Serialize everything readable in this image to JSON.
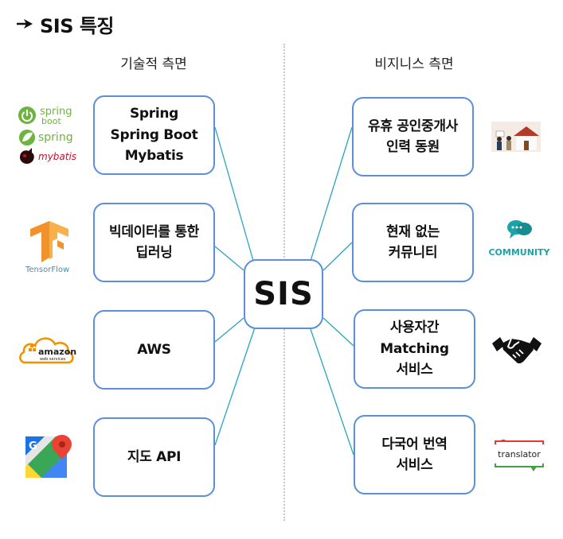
{
  "title": "SIS 특징",
  "columns": {
    "left": "기술적 측면",
    "right": "비지니스 측면"
  },
  "center": "SIS",
  "left_boxes": [
    {
      "label": "Spring\nSpring Boot\nMybatis"
    },
    {
      "label": "빅데이터를 통한\n딥러닝"
    },
    {
      "label": "AWS"
    },
    {
      "label": "지도 API"
    }
  ],
  "right_boxes": [
    {
      "label": "유휴 공인중개사\n인력 동원"
    },
    {
      "label": "현재 없는\n커뮤니티"
    },
    {
      "label": "사용자간\nMatching\n서비스"
    },
    {
      "label": "다국어 번역\n서비스"
    }
  ],
  "logos": {
    "spring_boot_line1": "spring",
    "spring_boot_line2": "boot",
    "spring": "spring",
    "mybatis": "mybatis",
    "tensorflow": "TensorFlow",
    "amazon": "amazon",
    "webservices": "web services",
    "community": "COMMUNITY",
    "translator": "translator"
  },
  "colors": {
    "box_border": "#5b8fd9",
    "connector": "#2aa5b8",
    "spring_green": "#6db33f",
    "mybatis_red": "#c8102e",
    "tensorflow_orange": "#f2922c",
    "aws_orange": "#f29100",
    "community_teal": "#1aa3a8"
  }
}
